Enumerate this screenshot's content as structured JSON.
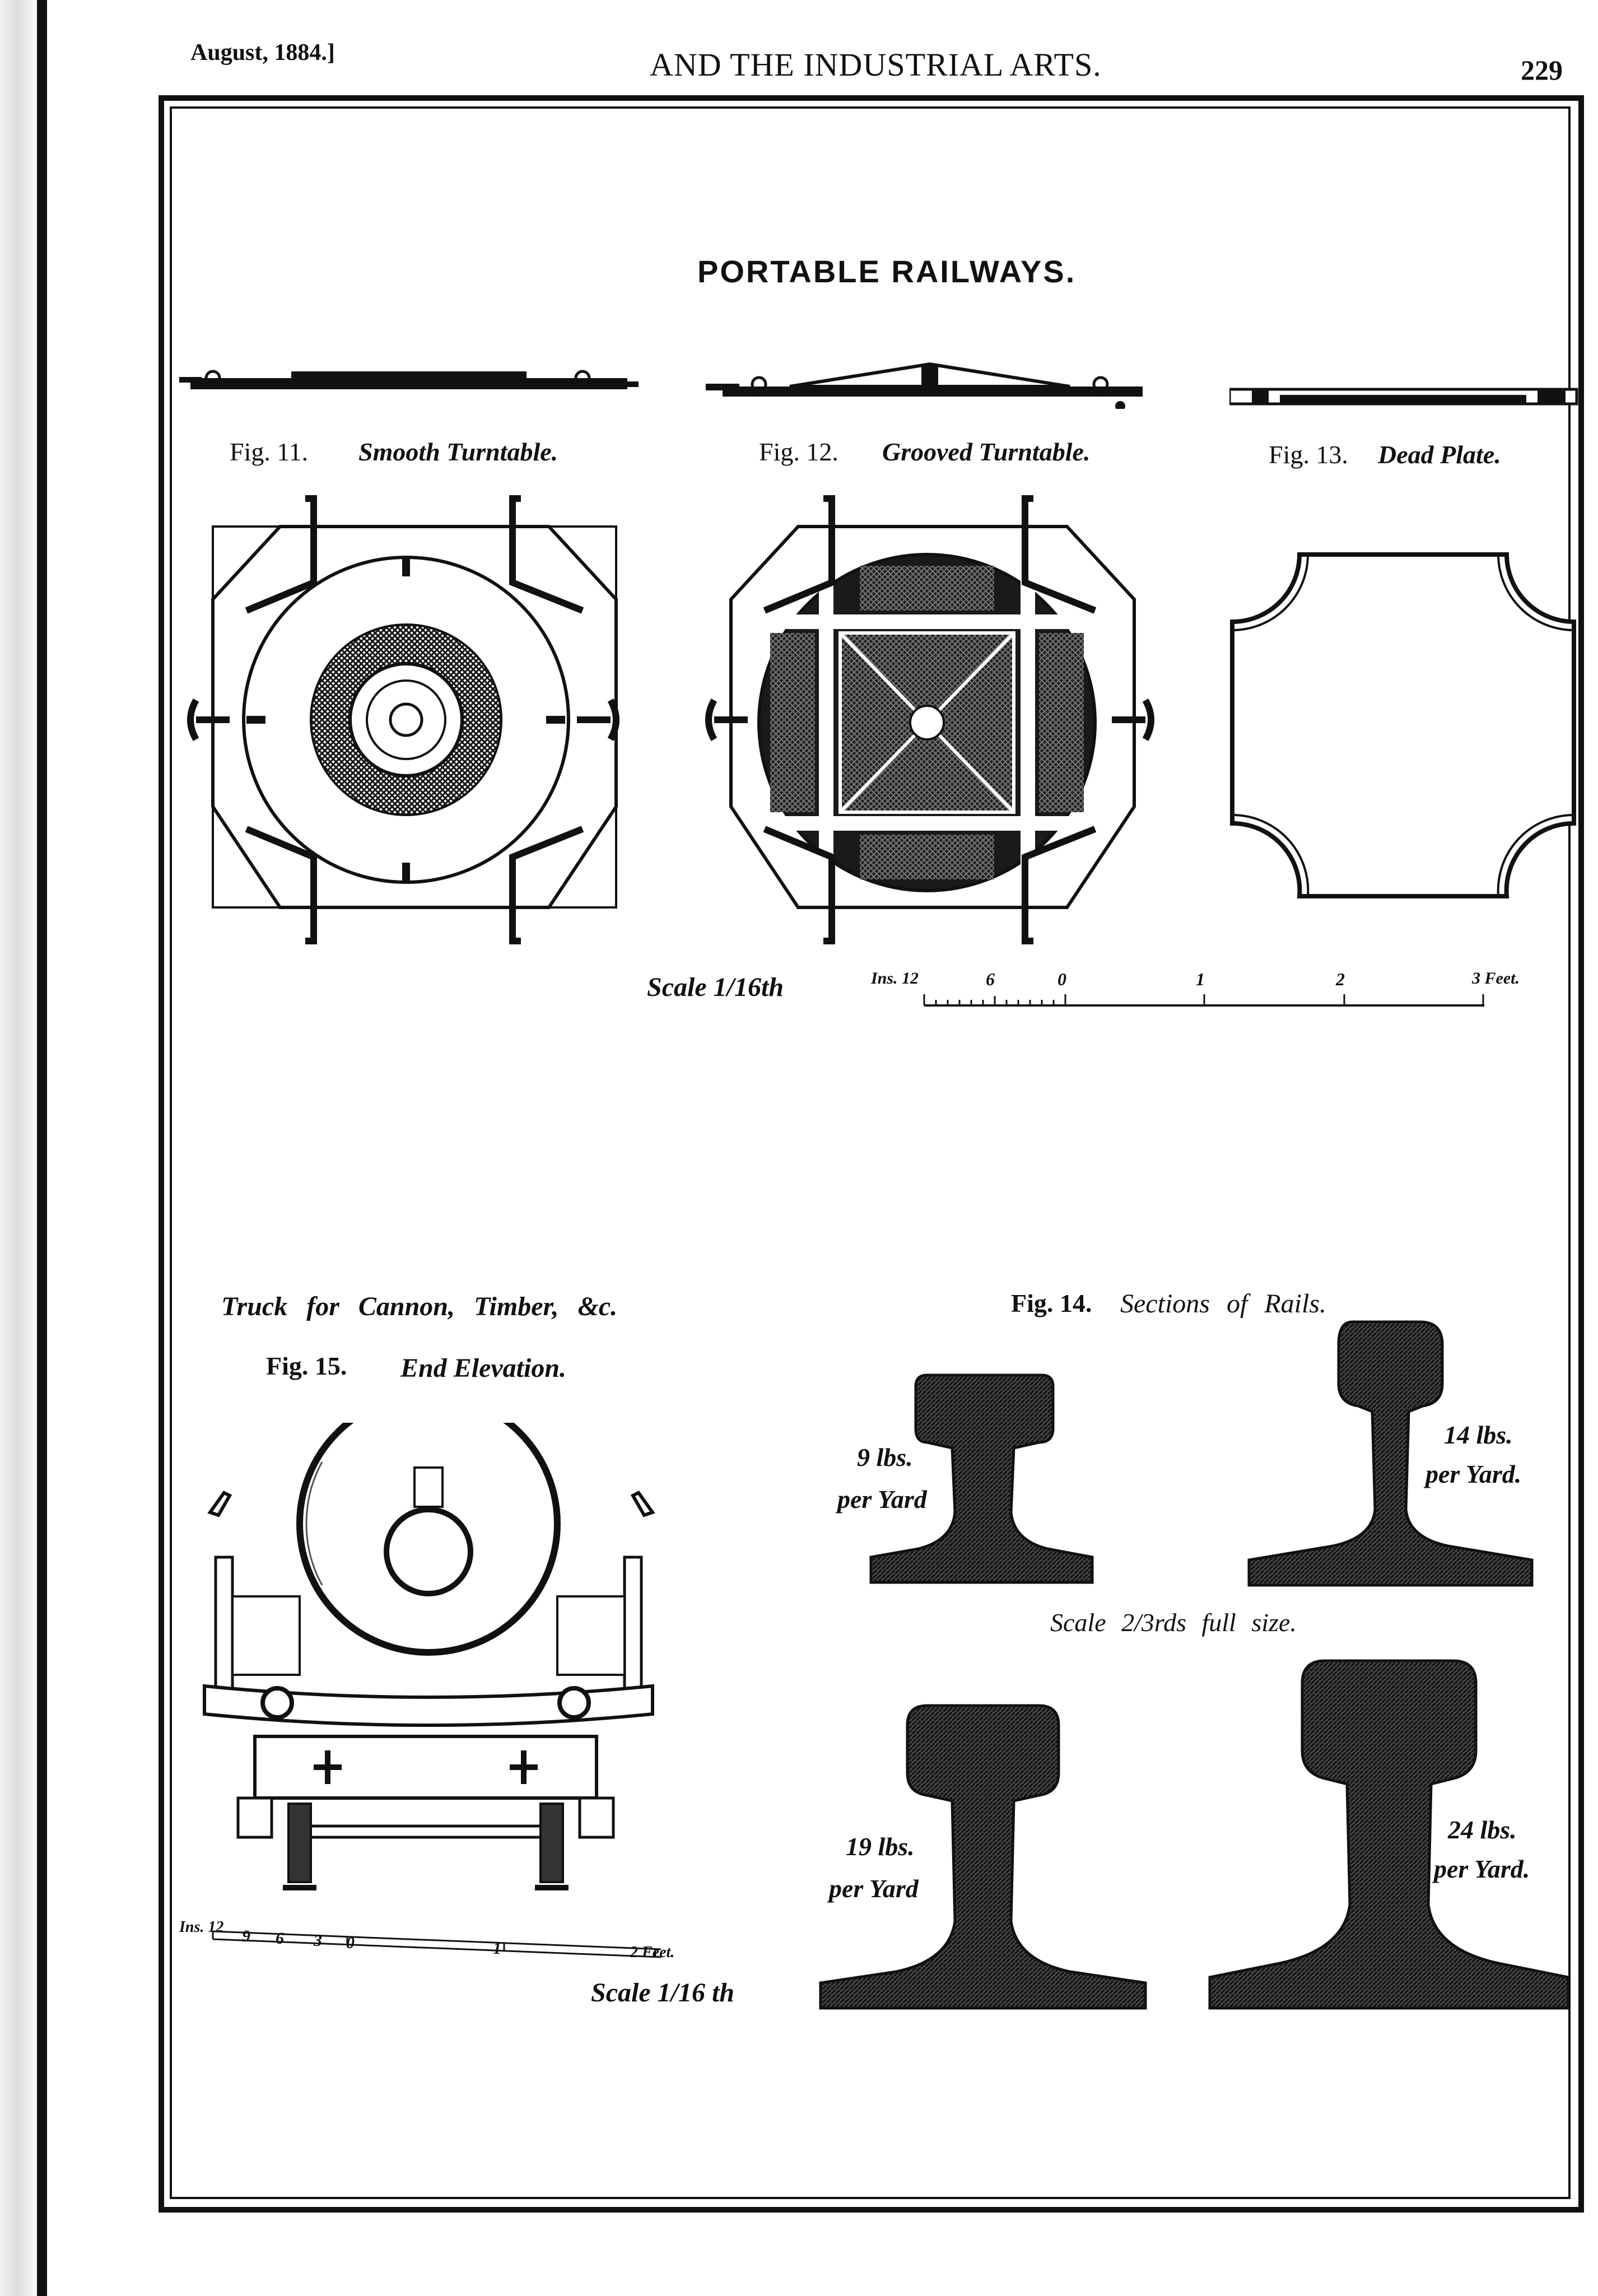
{
  "header": {
    "date": "August, 1884.]",
    "running_title": "AND THE INDUSTRIAL ARTS.",
    "page_number": "229"
  },
  "plate": {
    "title": "PORTABLE RAILWAYS.",
    "fig11": {
      "number": "Fig. 11.",
      "name": "Smooth Turntable."
    },
    "fig12": {
      "number": "Fig. 12.",
      "name": "Grooved Turntable."
    },
    "fig13": {
      "number": "Fig. 13.",
      "name": "Dead Plate."
    },
    "scale_top": {
      "label": "Scale 1/16th",
      "ticks": [
        "Ins. 12",
        "6",
        "0",
        "1",
        "2",
        "3 Feet."
      ]
    },
    "truck": {
      "title": "Truck for Cannon, Timber, &c.",
      "number": "Fig. 15.",
      "name": "End Elevation.",
      "scale_label": "Scale 1/16 th",
      "ticks": [
        "Ins. 12",
        "9",
        "6",
        "3",
        "0",
        "1",
        "2 Feet."
      ]
    },
    "fig14": {
      "number": "Fig. 14.",
      "name": "Sections of Rails.",
      "scale_label": "Scale 2/3rds full size.",
      "rails": [
        {
          "weight": "9 lbs.",
          "unit": "per Yard"
        },
        {
          "weight": "14 lbs.",
          "unit": "per Yard."
        },
        {
          "weight": "19 lbs.",
          "unit": "per Yard"
        },
        {
          "weight": "24 lbs.",
          "unit": "per Yard."
        }
      ]
    }
  }
}
